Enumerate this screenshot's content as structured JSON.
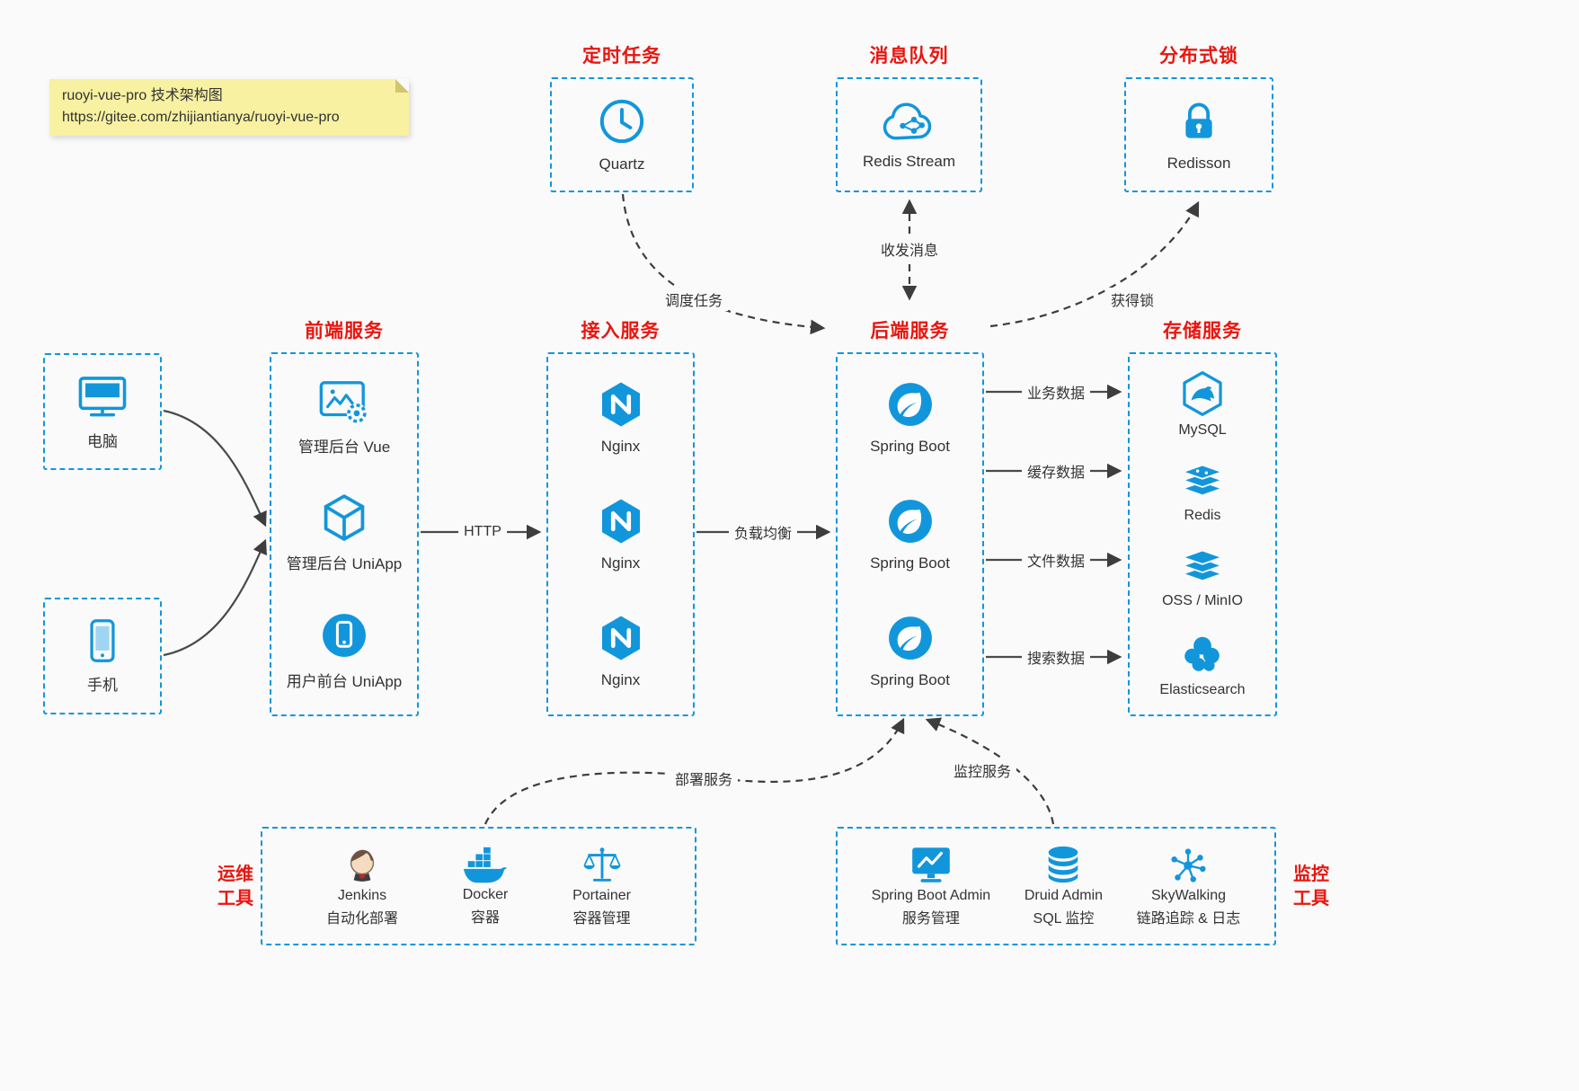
{
  "colors": {
    "accent": "#1296db",
    "heading_red": "#e8160f",
    "line": "#4a4a4a",
    "note_bg": "#f7f1a1",
    "canvas_bg": "#fafafa"
  },
  "note": {
    "line1": "ruoyi-vue-pro 技术架构图",
    "line2": "https://gitee.com/zhijiantianya/ruoyi-vue-pro"
  },
  "top_cards": [
    {
      "title": "定时任务",
      "label": "Quartz",
      "icon": "clock-icon"
    },
    {
      "title": "消息队列",
      "label": "Redis Stream",
      "icon": "cloud-stream-icon"
    },
    {
      "title": "分布式锁",
      "label": "Redisson",
      "icon": "lock-icon"
    }
  ],
  "clients": [
    {
      "label": "电脑",
      "icon": "desktop-icon"
    },
    {
      "label": "手机",
      "icon": "phone-icon"
    }
  ],
  "columns": {
    "frontend": {
      "title": "前端服务",
      "items": [
        {
          "label": "管理后台 Vue",
          "icon": "admin-vue-icon"
        },
        {
          "label": "管理后台 UniApp",
          "icon": "uniapp-cube-icon"
        },
        {
          "label": "用户前台 UniApp",
          "icon": "uniapp-mobile-icon"
        }
      ]
    },
    "gateway": {
      "title": "接入服务",
      "items": [
        {
          "label": "Nginx",
          "icon": "nginx-icon"
        },
        {
          "label": "Nginx",
          "icon": "nginx-icon"
        },
        {
          "label": "Nginx",
          "icon": "nginx-icon"
        }
      ]
    },
    "backend": {
      "title": "后端服务",
      "items": [
        {
          "label": "Spring Boot",
          "icon": "spring-icon"
        },
        {
          "label": "Spring Boot",
          "icon": "spring-icon"
        },
        {
          "label": "Spring Boot",
          "icon": "spring-icon"
        }
      ]
    },
    "storage": {
      "title": "存储服务",
      "items": [
        {
          "label": "MySQL",
          "icon": "mysql-icon"
        },
        {
          "label": "Redis",
          "icon": "redis-icon"
        },
        {
          "label": "OSS / MinIO",
          "icon": "object-storage-icon"
        },
        {
          "label": "Elasticsearch",
          "icon": "elasticsearch-icon"
        }
      ]
    }
  },
  "edges": {
    "schedule": "调度任务",
    "message": "收发消息",
    "lock": "获得锁",
    "http": "HTTP",
    "load_balance": "负载均衡",
    "business_data": "业务数据",
    "cache_data": "缓存数据",
    "file_data": "文件数据",
    "search_data": "搜索数据",
    "deploy": "部署服务",
    "monitor": "监控服务"
  },
  "ops_tools": {
    "title_line1": "运维",
    "title_line2": "工具",
    "items": [
      {
        "name": "Jenkins",
        "desc": "自动化部署",
        "icon": "jenkins-icon"
      },
      {
        "name": "Docker",
        "desc": "容器",
        "icon": "docker-icon"
      },
      {
        "name": "Portainer",
        "desc": "容器管理",
        "icon": "portainer-icon"
      }
    ]
  },
  "monitor_tools": {
    "title_line1": "监控",
    "title_line2": "工具",
    "items": [
      {
        "name": "Spring Boot Admin",
        "desc": "服务管理",
        "icon": "spring-admin-icon"
      },
      {
        "name": "Druid Admin",
        "desc": "SQL 监控",
        "icon": "druid-icon"
      },
      {
        "name": "SkyWalking",
        "desc": "链路追踪 & 日志",
        "icon": "skywalking-icon"
      }
    ]
  }
}
